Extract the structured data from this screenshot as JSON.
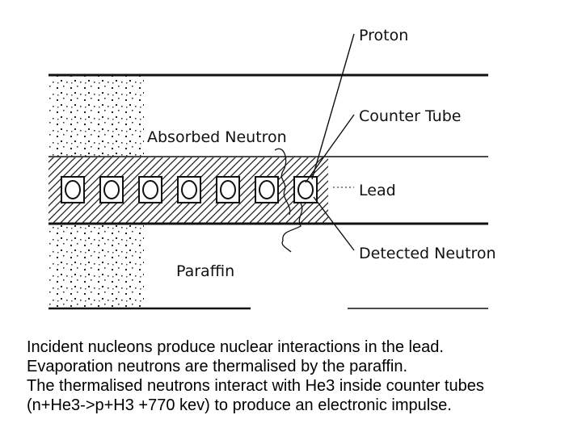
{
  "diagram": {
    "labels": {
      "proton": "Proton",
      "counter_tube": "Counter Tube",
      "absorbed_neutron": "Absorbed Neutron",
      "lead": "Lead",
      "detected_neutron": "Detected Neutron",
      "paraffin": "Paraffin"
    },
    "counter_tube_count": 7
  },
  "caption": {
    "lines": [
      "Incident nucleons produce nuclear interactions in the lead.",
      "Evaporation neutrons are thermalised by the paraffin.",
      "The thermalised neutrons interact with He3 inside counter tubes",
      "(n+He3->p+H3 +770 kev) to produce an electronic impulse."
    ]
  }
}
